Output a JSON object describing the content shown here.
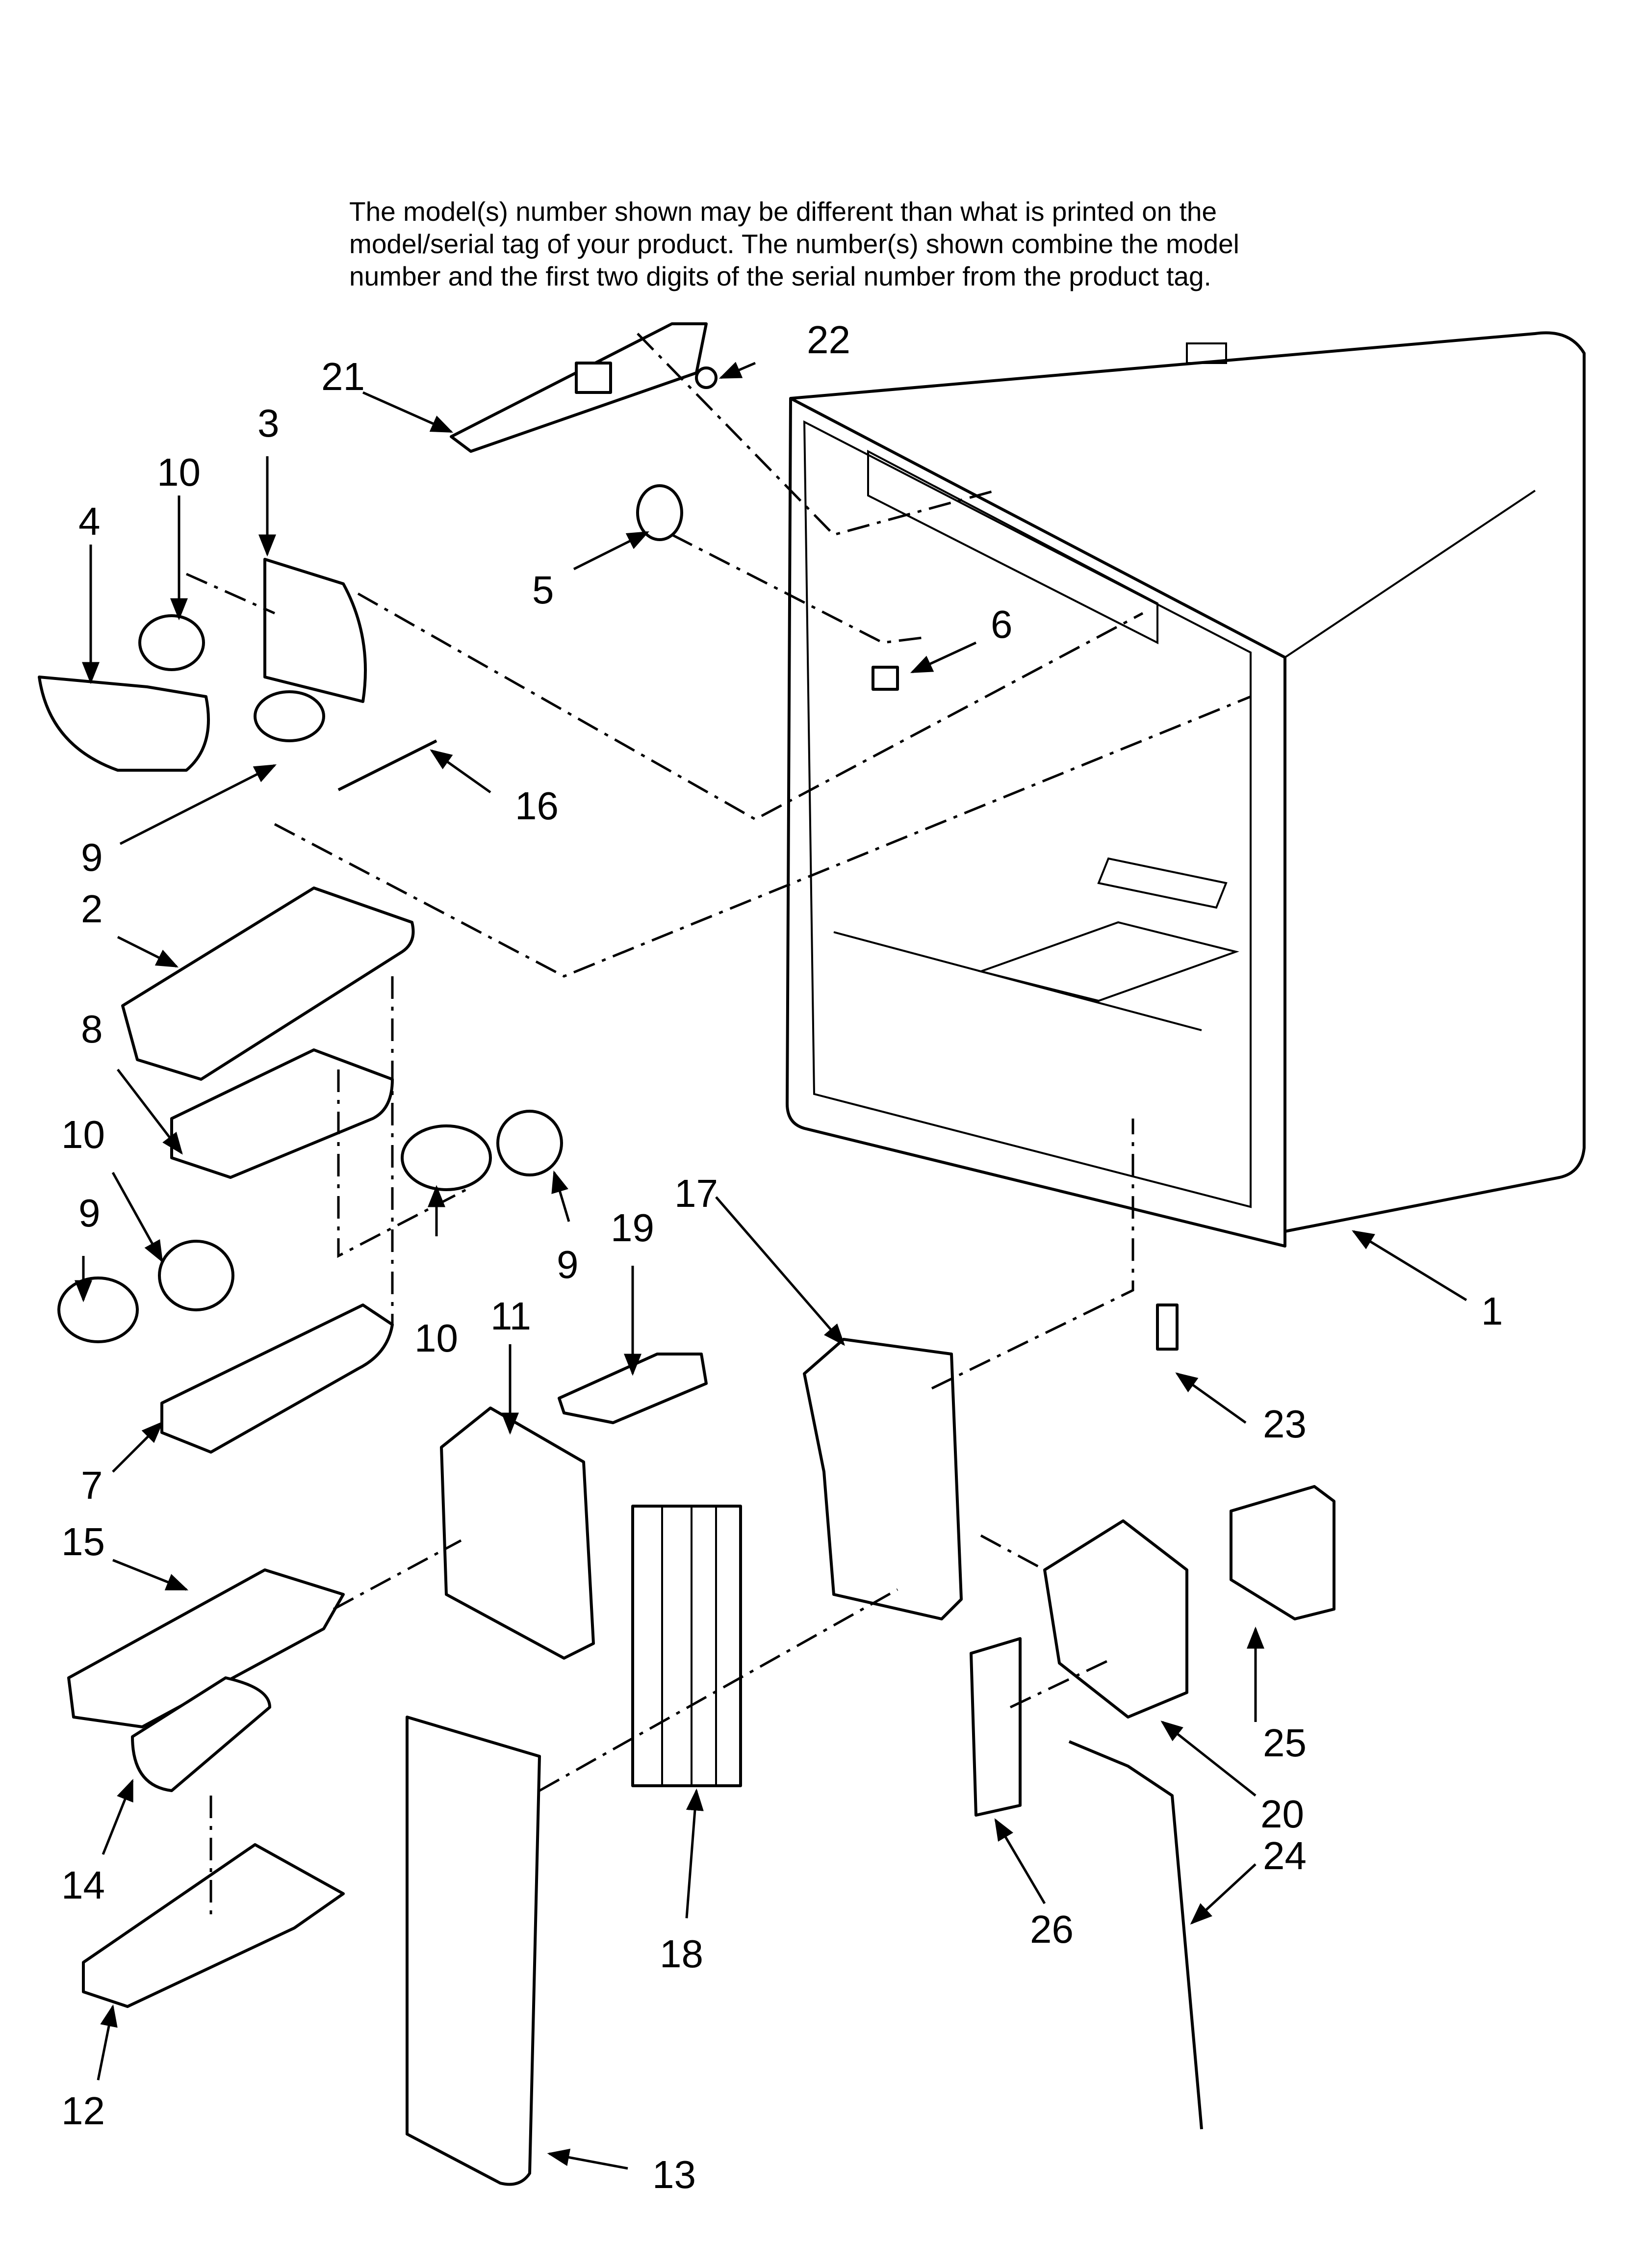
{
  "note": {
    "lines": [
      "The model(s) number shown may be different than what is printed on the",
      "model/serial tag of your product. The number(s) shown combine the model",
      "number and the first two digits of the serial number from the product tag."
    ]
  },
  "callouts": {
    "c1": "1",
    "c2": "2",
    "c3": "3",
    "c4": "4",
    "c5": "5",
    "c6": "6",
    "c7": "7",
    "c8": "8",
    "c9a": "9",
    "c9b": "9",
    "c9c": "9",
    "c10a": "10",
    "c10b": "10",
    "c10c": "10",
    "c11": "11",
    "c12": "12",
    "c13": "13",
    "c14": "14",
    "c15": "15",
    "c16": "16",
    "c17": "17",
    "c18": "18",
    "c19": "19",
    "c20": "20",
    "c21": "21",
    "c22": "22",
    "c23": "23",
    "c24": "24",
    "c25": "25",
    "c26": "26"
  }
}
